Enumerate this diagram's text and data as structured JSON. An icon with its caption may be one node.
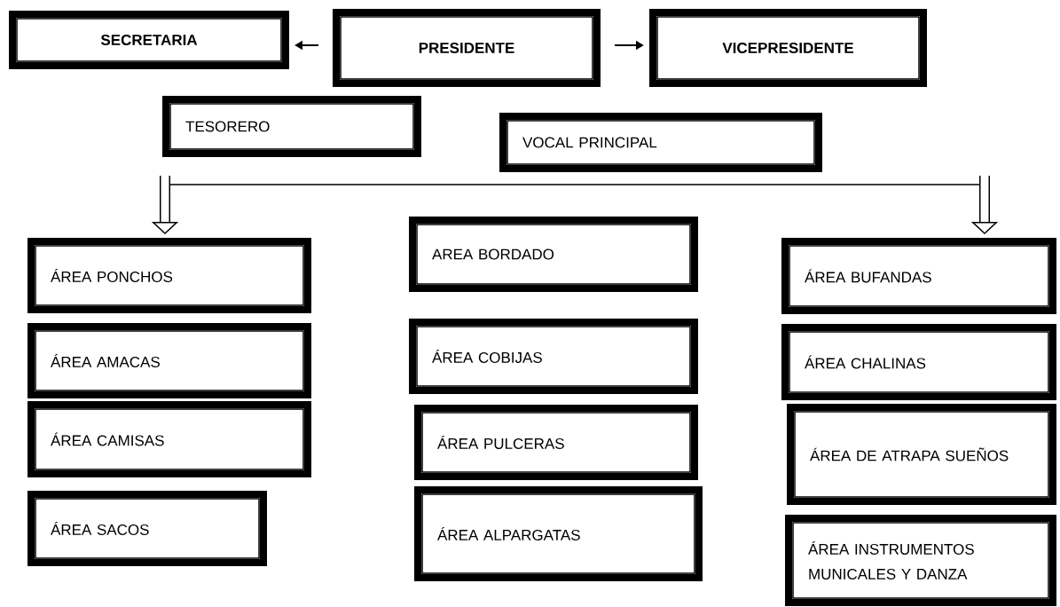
{
  "diagram": {
    "nodes": [
      {
        "text": [
          "SECRETARIA"
        ]
      },
      {
        "text": [
          "PRESIDENTE"
        ]
      },
      {
        "text": [
          "VICEPRESIDENTE"
        ]
      },
      {
        "text": [
          "TESORERO"
        ]
      },
      {
        "text": [
          "VOCAL PRINCIPAL"
        ]
      },
      {
        "text": [
          "ÁREA PONCHOS"
        ]
      },
      {
        "text": [
          "ÁREA AMACAS"
        ]
      },
      {
        "text": [
          "ÁREA CAMISAS"
        ]
      },
      {
        "text": [
          "ÁREA SACOS"
        ]
      },
      {
        "text": [
          "AREA BORDADO"
        ]
      },
      {
        "text": [
          "ÁREA COBIJAS"
        ]
      },
      {
        "text": [
          "ÁREA PULCERAS"
        ]
      },
      {
        "text": [
          "ÁREA ALPARGATAS"
        ]
      },
      {
        "text": [
          "ÁREA BUFANDAS"
        ]
      },
      {
        "text": [
          "ÁREA CHALINAS"
        ]
      },
      {
        "text": [
          "ÁREA DE ATRAPA SUEÑOS"
        ]
      },
      {
        "text": [
          "ÁREA INSTRUMENTOS MUNICALES Y DANZA"
        ]
      }
    ],
    "edges": [
      {
        "from": 1,
        "to": 0,
        "arrow": "to"
      },
      {
        "from": 1,
        "to": 2,
        "arrow": "to"
      },
      {
        "from": null,
        "to": 5,
        "arrow": "to"
      },
      {
        "from": null,
        "to": 13,
        "arrow": "to"
      }
    ]
  }
}
